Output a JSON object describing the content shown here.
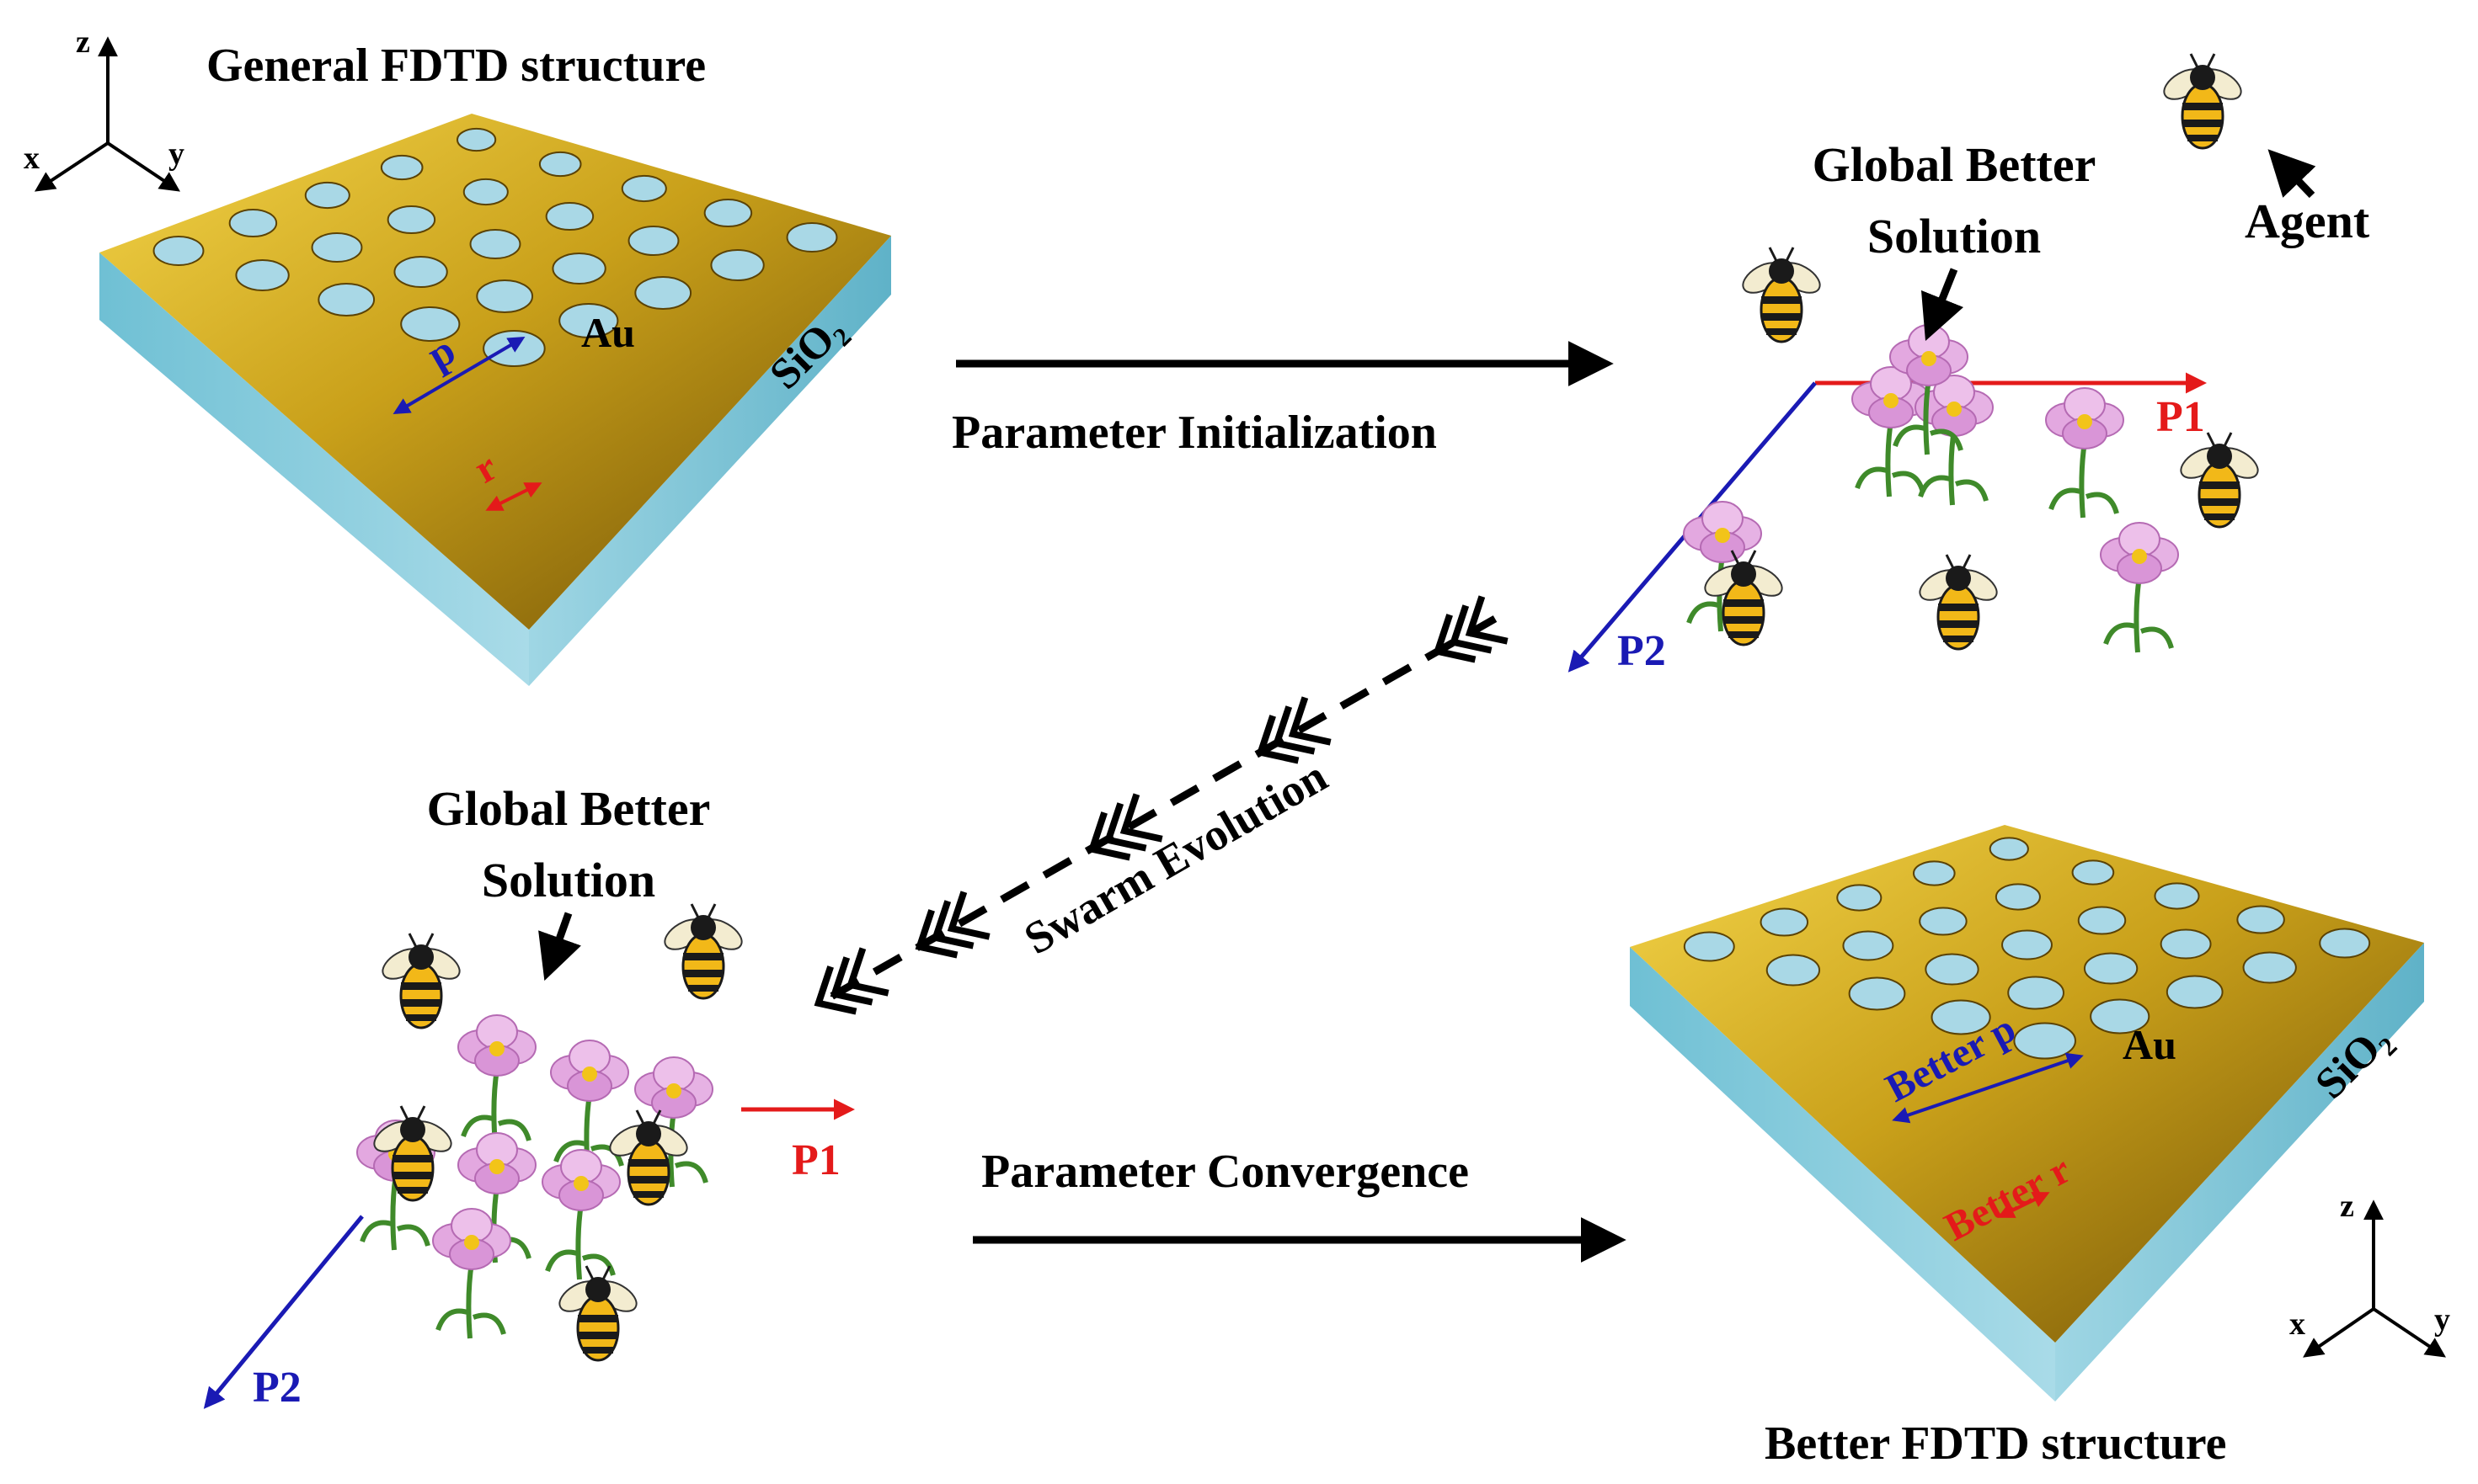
{
  "title_general": "General FDTD structure",
  "title_better": "Better FDTD structure",
  "material_metal": "Au",
  "material_substrate": "SiO₂",
  "param_p": "p",
  "param_r": "r",
  "better_p": "Better p",
  "better_r": "Better r",
  "step_init": "Parameter Initialization",
  "step_evolution": "Swarm Evolution",
  "step_convergence": "Parameter Convergence",
  "global_line1": "Global Better",
  "global_line2": "Solution",
  "agent_label": "Agent",
  "axis_p1": "P1",
  "axis_p2": "P2",
  "axes": {
    "z": "z",
    "x": "x",
    "y": "y"
  },
  "colors": {
    "gold": "#c9a41b",
    "gold_dark": "#7a5a08",
    "substrate": "#8fd0e0",
    "red": "#e41a1a",
    "blue": "#1a1ab4",
    "black": "#000000",
    "flower": "#e3a8e0"
  }
}
